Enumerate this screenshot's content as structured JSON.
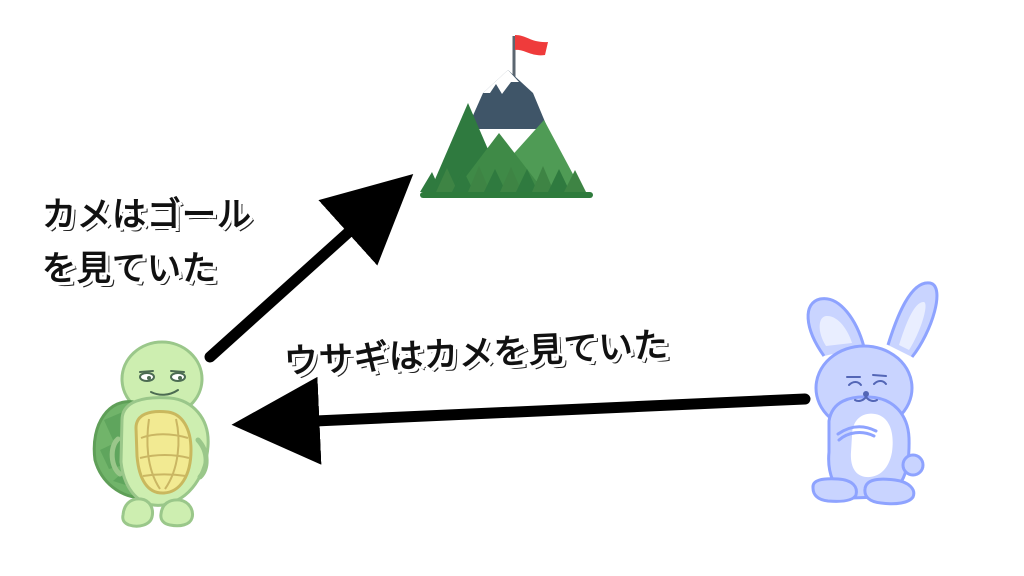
{
  "labels": {
    "turtle_line1": "カメはゴール",
    "turtle_line2": "を見ていた",
    "rabbit": "ウサギはカメを見ていた"
  },
  "icons": {
    "goal": "mountain-flag-icon",
    "turtle": "turtle-icon",
    "rabbit": "rabbit-icon"
  },
  "colors": {
    "arrow": "#000000",
    "flag": "#ef3b3b",
    "mountain_dark": "#3f5568",
    "tree_dark": "#2f7a3f",
    "tree_light": "#4f9b55",
    "turtle": "#c9ecaa",
    "rabbit": "#c9d4ff"
  }
}
